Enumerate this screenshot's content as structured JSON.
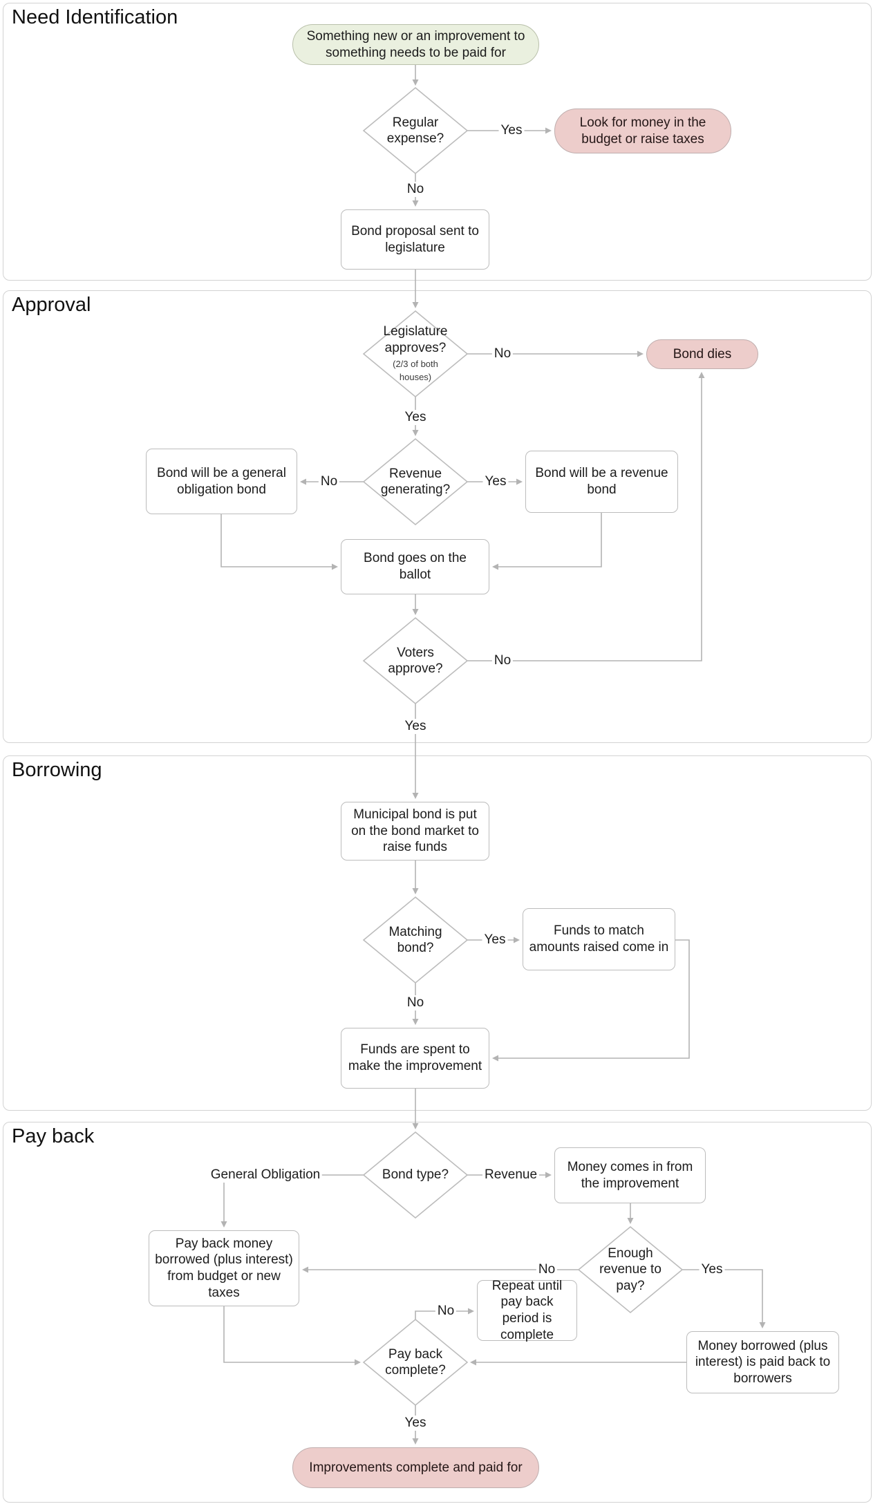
{
  "title": "Municipal bond process flowchart",
  "colors": {
    "start_fill": "#eaf0df",
    "terminal_fill": "#edcdcb",
    "node_border": "#bcbcbc",
    "section_border": "#d2d2d2",
    "connector": "#b3b3b3"
  },
  "sections": {
    "need_identification": "Need Identification",
    "approval": "Approval",
    "borrowing": "Borrowing",
    "payback": "Pay back"
  },
  "nodes": {
    "start": "Something new or an improvement to something needs to be paid for",
    "regular_expense": "Regular expense?",
    "look_for_money": "Look for money in the budget or raise taxes",
    "bond_proposal": "Bond proposal sent to legislature",
    "legislature_approves": "Legislature approves?",
    "legislature_sub": "(2/3 of both houses)",
    "bond_dies": "Bond dies",
    "revenue_generating": "Revenue generating?",
    "general_obligation_bond": "Bond will be a general obligation bond",
    "revenue_bond": "Bond will be a revenue bond",
    "ballot": "Bond goes on the ballot",
    "voters_approve": "Voters approve?",
    "municipal_bond": "Municipal bond is put on the bond market to raise funds",
    "matching_bond": "Matching bond?",
    "funds_match": "Funds to match amounts raised come in",
    "funds_spent": "Funds are spent to make the improvement",
    "bond_type": "Bond type?",
    "money_comes_in": "Money comes in from the improvement",
    "enough_revenue": "Enough revenue to pay?",
    "pay_back_money": "Pay back money borrowed (plus interest) from budget or new taxes",
    "repeat_until": "Repeat until pay back period is complete",
    "pay_back_complete": "Pay back complete?",
    "money_paid_back": "Money borrowed (plus interest) is paid back to borrowers",
    "improvements_complete": "Improvements complete and paid for"
  },
  "labels": {
    "regular_yes": "Yes",
    "regular_no": "No",
    "legislature_no": "No",
    "legislature_yes": "Yes",
    "revenue_no": "No",
    "revenue_yes": "Yes",
    "voters_no": "No",
    "voters_yes": "Yes",
    "matching_yes": "Yes",
    "matching_no": "No",
    "bond_type_left": "General Obligation",
    "bond_type_right": "Revenue",
    "enough_no": "No",
    "enough_yes": "Yes",
    "payback_no": "No",
    "payback_yes": "Yes"
  }
}
